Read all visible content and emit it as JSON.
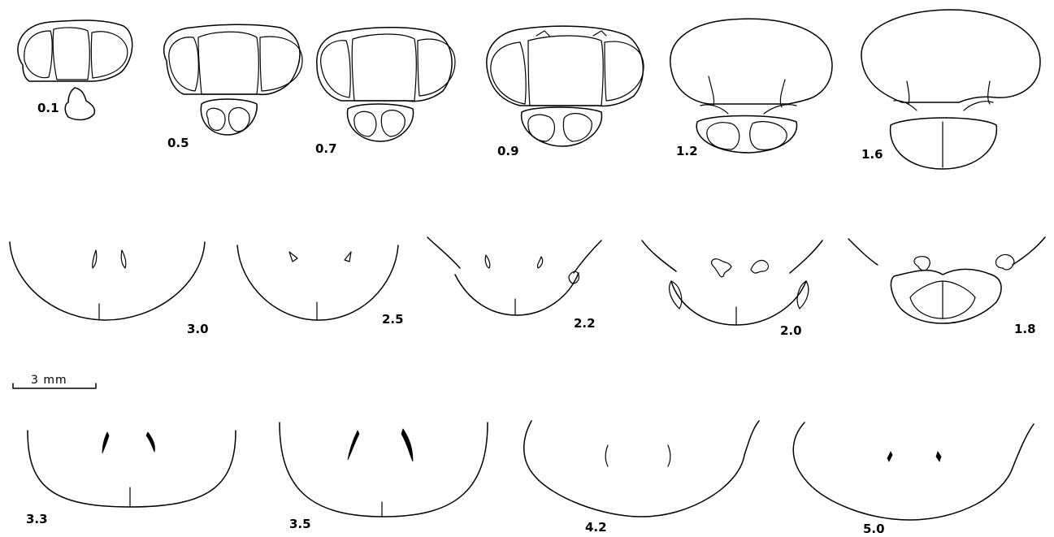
{
  "scale_bar": {
    "label": "3 mm"
  },
  "sections": [
    {
      "label": "0.1"
    },
    {
      "label": "0.5"
    },
    {
      "label": "0.7"
    },
    {
      "label": "0.9"
    },
    {
      "label": "1.2"
    },
    {
      "label": "1.6"
    },
    {
      "label": "3.0"
    },
    {
      "label": "2.5"
    },
    {
      "label": "2.2"
    },
    {
      "label": "2.0"
    },
    {
      "label": "1.8"
    },
    {
      "label": "3.3"
    },
    {
      "label": "3.5"
    },
    {
      "label": "4.2"
    },
    {
      "label": "5.0"
    }
  ]
}
